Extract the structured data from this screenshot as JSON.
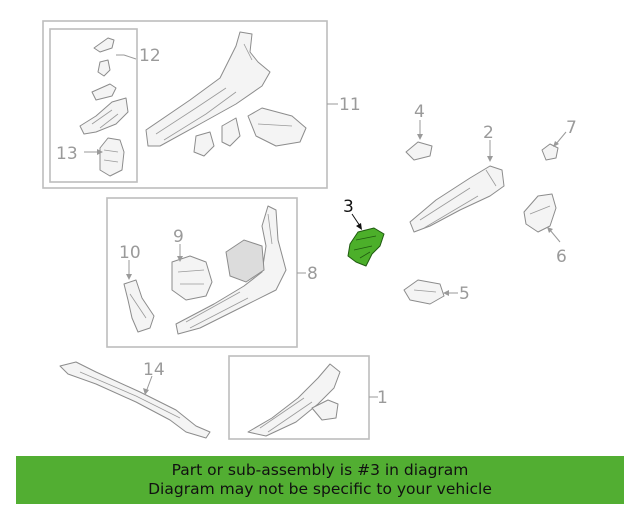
{
  "callouts": {
    "c1": "1",
    "c2": "2",
    "c3": "3",
    "c4": "4",
    "c5": "5",
    "c6": "6",
    "c7": "7",
    "c8": "8",
    "c9": "9",
    "c10": "10",
    "c11": "11",
    "c12": "12",
    "c13": "13",
    "c14": "14"
  },
  "highlighted_part": "3",
  "colors": {
    "highlight": "#4caf2a",
    "banner": "#52ae32",
    "lines": "#9a9a9a"
  },
  "banner": {
    "line1": "Part or sub-assembly is #3 in diagram",
    "line2": "Diagram may not be specific to your vehicle"
  }
}
